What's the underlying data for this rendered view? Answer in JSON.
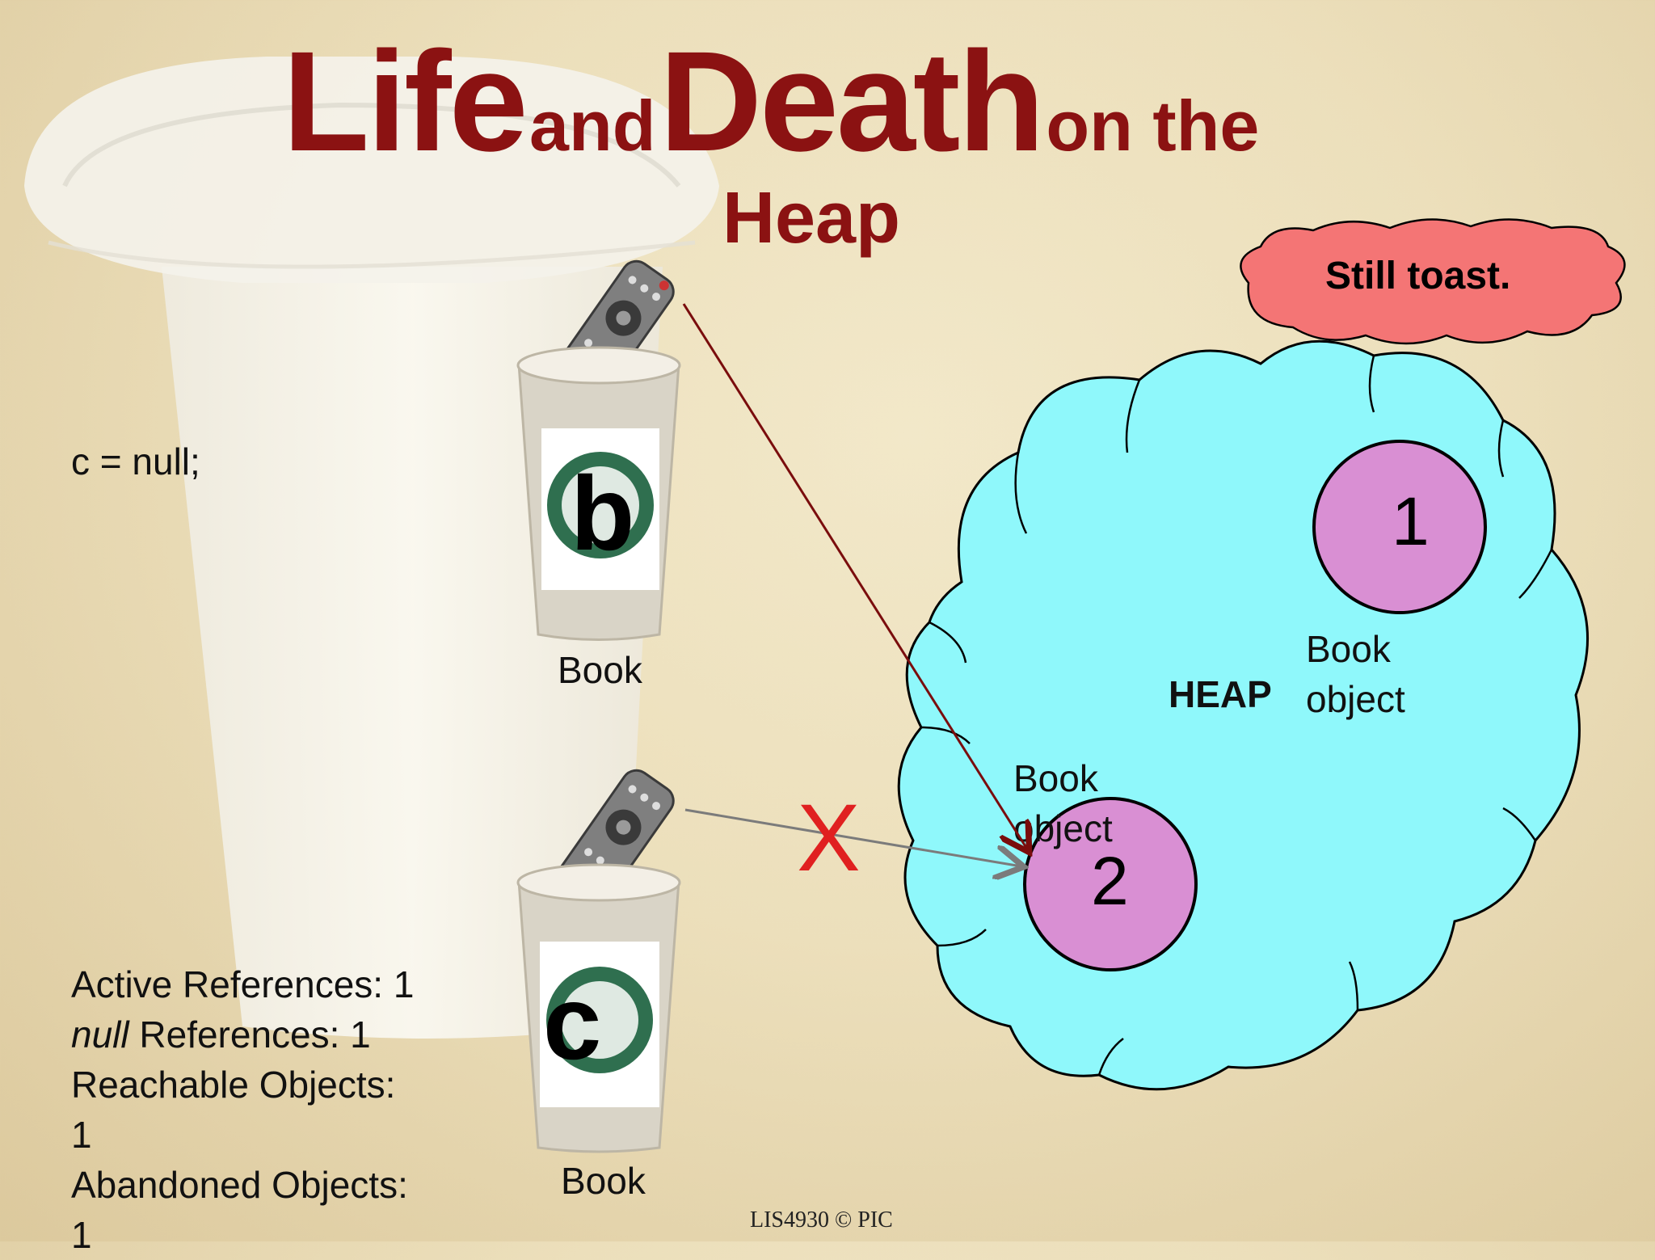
{
  "title": {
    "line1": [
      "Life",
      "and",
      "Death",
      "on the"
    ],
    "line2": "Heap"
  },
  "code_line": "c = null;",
  "stats": {
    "active_references": "Active References: 1",
    "null_word": "null",
    "null_references_rest": " References: 1",
    "reachable_objects": "Reachable Objects:",
    "reachable_count": "1",
    "abandoned_objects": "Abandoned Objects:",
    "abandoned_count": "1"
  },
  "variables": [
    {
      "name": "b",
      "type_label": "Book"
    },
    {
      "name": "c",
      "type_label": "Book"
    }
  ],
  "heap": {
    "label": "HEAP",
    "objects": [
      {
        "number": "1",
        "label_line1": "Book",
        "label_line2": "object"
      },
      {
        "number": "2",
        "label_line1": "Book",
        "label_line2": "object"
      }
    ],
    "broken_reference_mark": "X"
  },
  "callout": "Still toast.",
  "footer": "LIS4930 © PIC",
  "colors": {
    "title": "#8b1212",
    "heap_fill": "#8ff8fb",
    "object_fill": "#d98fd3",
    "callout_fill": "#f47575",
    "arrow_active": "#7a0d0d",
    "arrow_null": "#7b7b7b",
    "x_mark": "#e02020"
  }
}
